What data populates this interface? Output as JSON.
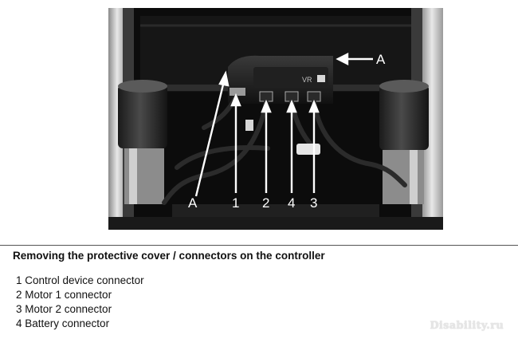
{
  "figure": {
    "callouts": [
      {
        "id": "A-top",
        "text": "A"
      },
      {
        "id": "A-bottom",
        "text": "A"
      },
      {
        "id": "1",
        "text": "1"
      },
      {
        "id": "2",
        "text": "2"
      },
      {
        "id": "4",
        "text": "4"
      },
      {
        "id": "3",
        "text": "3"
      }
    ],
    "controller_badge": "VR"
  },
  "caption": {
    "title": "Removing the protective cover / connectors on the controller",
    "items": [
      "1 Control device connector",
      "2 Motor 1 connector",
      "3 Motor 2 connector",
      "4 Battery connector"
    ]
  },
  "watermark": "Disability.ru"
}
